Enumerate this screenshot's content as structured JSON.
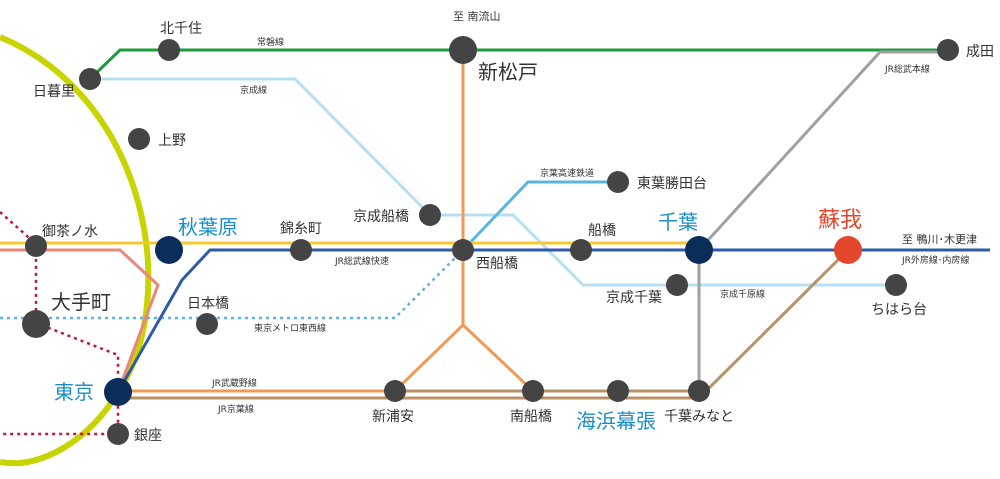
{
  "colors": {
    "yamanote": "#c8d400",
    "joban": "#1e9a3c",
    "keisei": "#b7dff2",
    "keisei_main": "#b7dff2",
    "sobu_local": "#f5c832",
    "sobu_rapid": "#2f5aa7",
    "musashino": "#f09a55",
    "keiyo": "#b89165",
    "narita": "#a0a0a0",
    "toyo": "#5ab4e0",
    "tozai": "#5ab4e0",
    "hibiya": "#c0143c",
    "marunouchi": "#e8877a",
    "station_dot": "#444444",
    "major_dot": "#0a2e5a",
    "soga_dot": "#e4472c"
  },
  "stations": {
    "kitasenju": "北千住",
    "nippori": "日暮里",
    "ueno": "上野",
    "shinmatsudo": "新松戸",
    "narita": "成田",
    "ochanomizu": "御茶ノ水",
    "akihabara": "秋葉原",
    "kinshicho": "錦糸町",
    "keisei_funabashi": "京成船橋",
    "nishifunabashi": "西船橋",
    "funabashi": "船橋",
    "chiba": "千葉",
    "soga": "蘇我",
    "toyo_katsutadai": "東葉勝田台",
    "keisei_chiba": "京成千葉",
    "chihara_dai": "ちはら台",
    "otemachi": "大手町",
    "nihonbashi": "日本橋",
    "tokyo": "東京",
    "ginza": "銀座",
    "shin_urayasu": "新浦安",
    "minami_funabashi": "南船橋",
    "kaihin_makuhari": "海浜幕張",
    "chiba_minato": "千葉みなと"
  },
  "lines": {
    "joban": "常磐線",
    "keisei": "京成線",
    "jr_sobu_main": "JR総武本線",
    "toyo_rapid": "京葉高速鉄道",
    "jr_sobu_rapid": "JR総武線快速",
    "keisei_chiba": "京成千原線",
    "tozai": "東京メトロ東西線",
    "jr_musashino": "JR武蔵野線",
    "jr_keiyo": "JR京葉線"
  },
  "destinations": {
    "minami_nagareyama": "至 南流山",
    "kamogawa_kisarazu": "至 鴨川･木更津",
    "sotobo_uchibo": "JR外房線･内房線"
  }
}
